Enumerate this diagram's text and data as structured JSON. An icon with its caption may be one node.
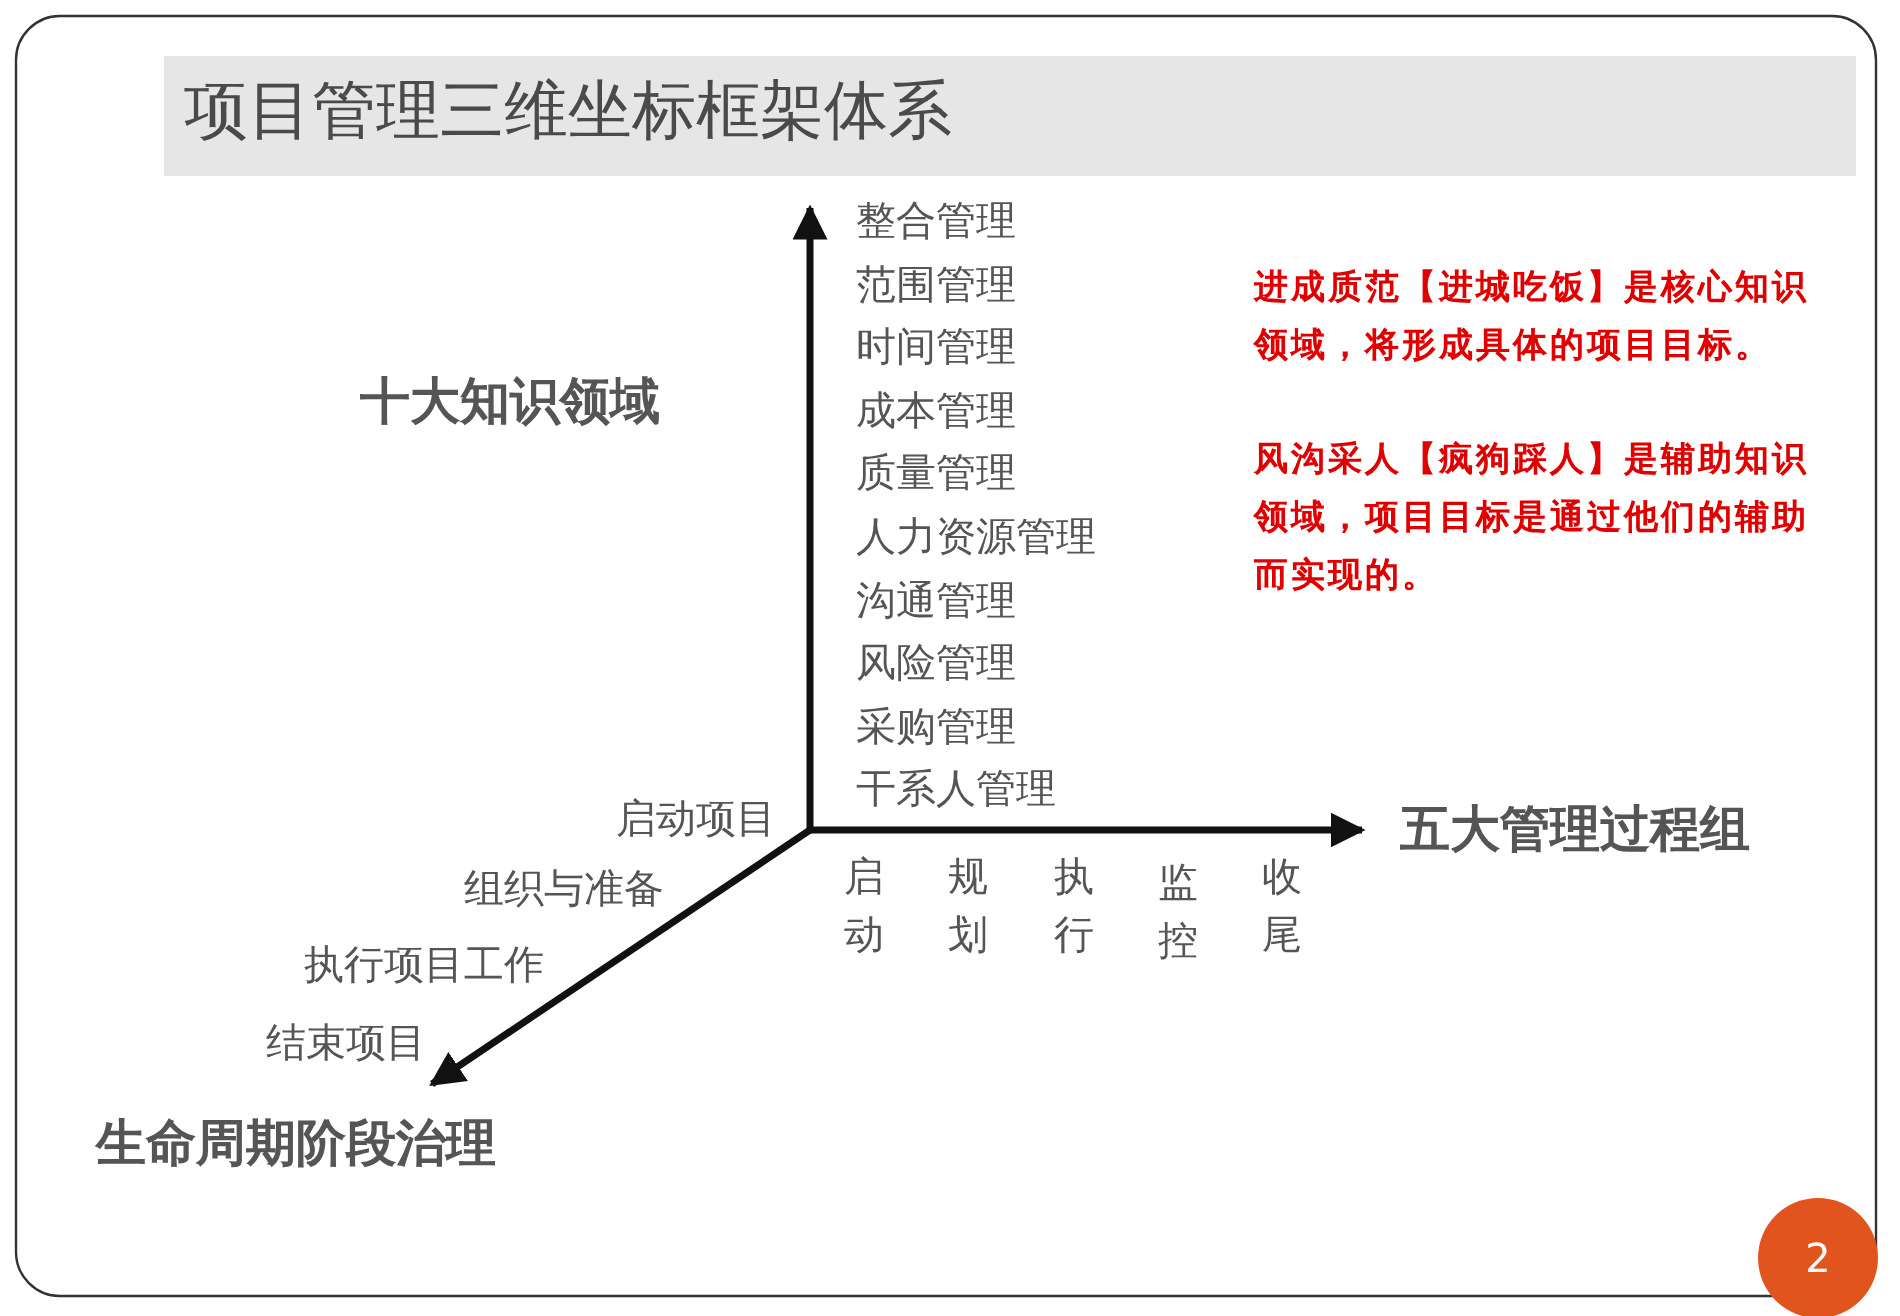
{
  "diagram": {
    "title": "项目管理三维坐标框架体系",
    "nodes": [
      {
        "text": [
          "2"
        ]
      }
    ],
    "labels": [
      "整合管理",
      "范围管理",
      "时间管理",
      "成本管理",
      "质量管理",
      "人力资源管理",
      "沟通管理",
      "风险管理",
      "采购管理",
      "干系人管理",
      "十大知识领域",
      "进成质范【进城吃饭】是核心知识领域，将形成具体的项目目标。",
      "风沟采人【疯狗踩人】是辅助知识领域，项目目标是通过他们的辅助而实现的。",
      "启动项目",
      "五大管理过程组",
      "组织与准备",
      "启动",
      "规划",
      "执行",
      "监控",
      "收尾",
      "执行项目工作",
      "结束项目",
      "生命周期阶段治理"
    ]
  }
}
